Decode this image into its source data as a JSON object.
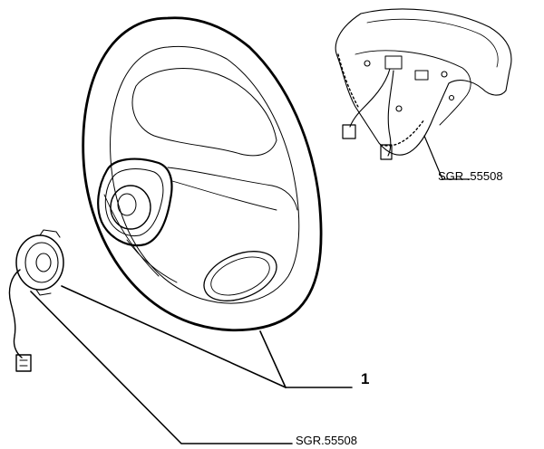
{
  "diagram": {
    "labels": {
      "airbag_ref": "SGR .55508",
      "clockspring_ref": "SGR.55508",
      "part_number": "1"
    },
    "parts": [
      "steering-wheel",
      "airbag-module",
      "clock-spring"
    ]
  }
}
